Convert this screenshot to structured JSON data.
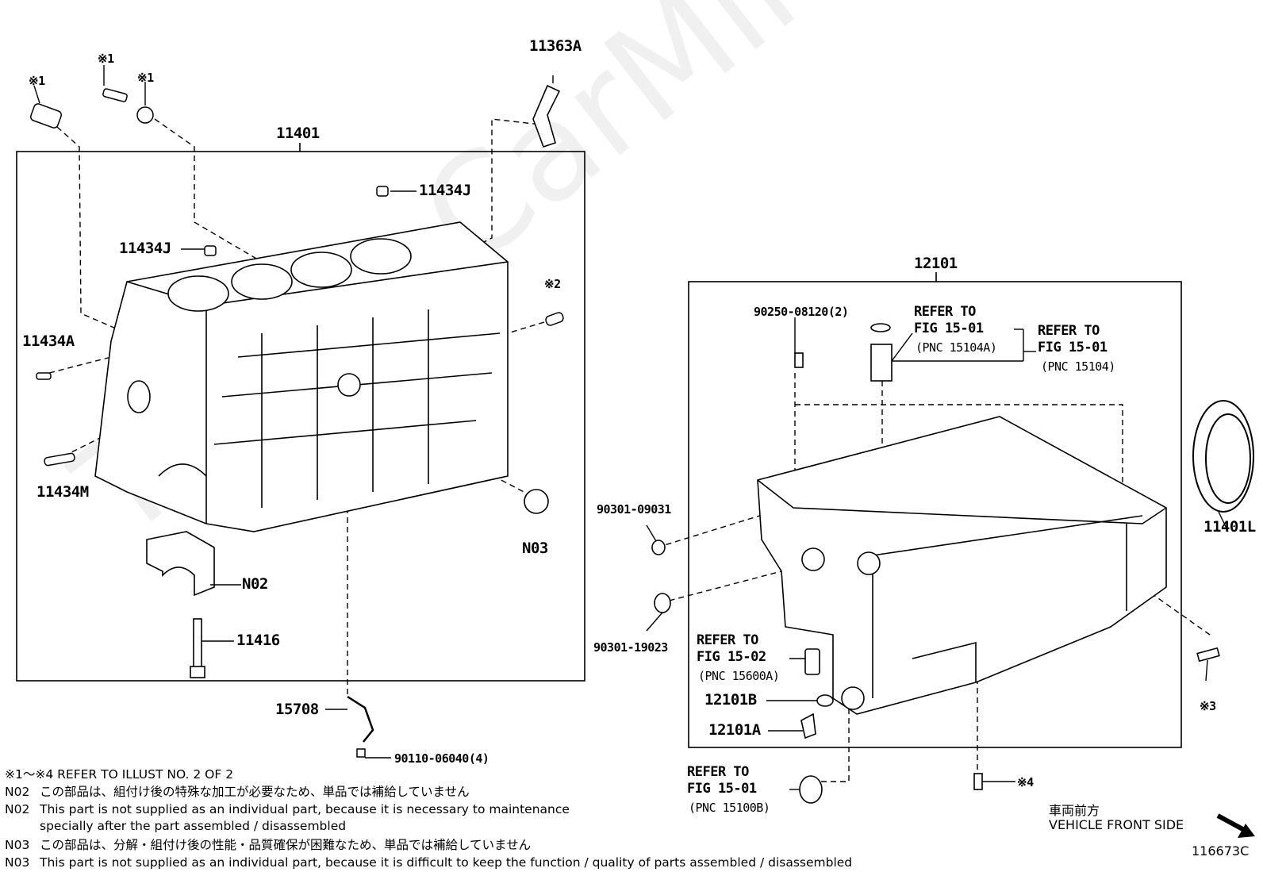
{
  "watermark": "ToyotaCarMine.ru",
  "groups": {
    "left_box_label": "11401",
    "right_box_label": "12101"
  },
  "labels": {
    "mark1_a": "※1",
    "mark1_b": "※1",
    "mark1_c": "※1",
    "mark2": "※2",
    "mark3": "※3",
    "mark4": "※4",
    "p11363A": "11363A",
    "p11434J_top": "11434J",
    "p11434J_left": "11434J",
    "p11434A": "11434A",
    "p11434M": "11434M",
    "pN03": "N03",
    "pN02": "N02",
    "p11416": "11416",
    "p15708": "15708",
    "p90110": "90110-06040(4)",
    "p90250": "90250-08120(2)",
    "p90301_09031": "90301-09031",
    "p90301_19023": "90301-19023",
    "p12101B": "12101B",
    "p12101A": "12101A",
    "p11401L": "11401L"
  },
  "refs": {
    "r1_line1": "REFER TO",
    "r1_line2": "FIG 15-01",
    "r1_pnc": "(PNC 15104A)",
    "r2_line1": "REFER TO",
    "r2_line2": "FIG 15-01",
    "r2_pnc": "(PNC 15104)",
    "r3_line1": "REFER TO",
    "r3_line2": "FIG 15-02",
    "r3_pnc": "(PNC 15600A)",
    "r4_line1": "REFER TO",
    "r4_line2": "FIG 15-01",
    "r4_pnc": "(PNC 15100B)"
  },
  "notes": {
    "n0_code": "※1～※4",
    "n0_text": "REFER TO ILLUST NO. 2 OF 2",
    "n1_code": "N02",
    "n1_text": "この部品は、組付け後の特殊な加工が必要なため、単品では補給していません",
    "n2_code": "N02",
    "n2_text": "This part is not supplied as an individual part, because it is necessary to maintenance",
    "n3_text": "specially after the part assembled / disassembled",
    "n4_code": "N03",
    "n4_text": "この部品は、分解・組付け後の性能・品質確保が困難なため、単品では補給していません",
    "n5_code": "N03",
    "n5_text": "This part is not supplied as an individual part, because it is difficult to keep the function / quality of parts  assembled / disassembled"
  },
  "front": {
    "jp": "車両前方",
    "en": "VEHICLE FRONT SIDE"
  },
  "illustration_id": "116673C"
}
